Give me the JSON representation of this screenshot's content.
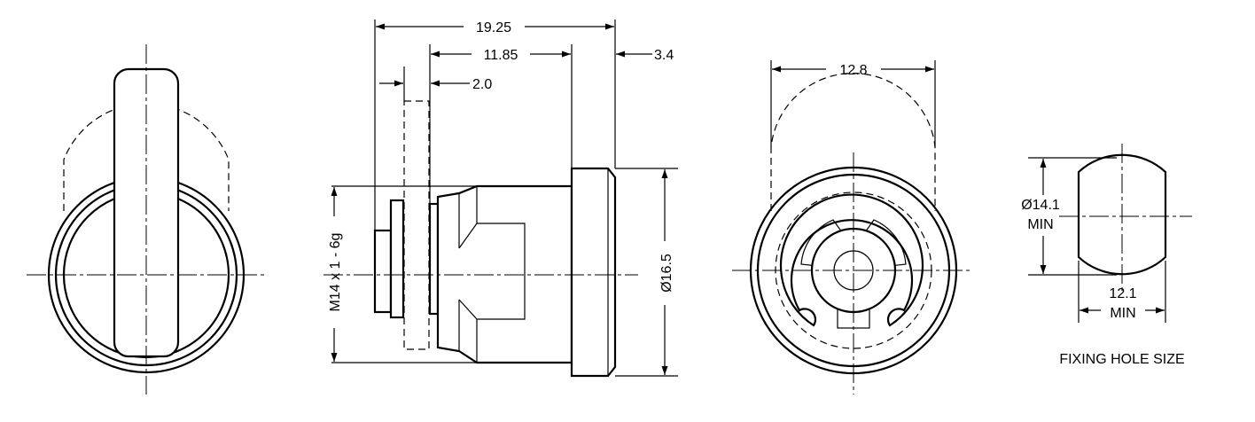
{
  "dimensions": {
    "overall_length": "19.25",
    "body_length": "11.85",
    "flange_thickness": "3.4",
    "cam_thickness": "2.0",
    "thread": "M14 x 1 - 6g",
    "flange_diameter": "Ø16.5",
    "handle_sweep": "12.8",
    "hole_diameter_value": "Ø14.1",
    "hole_diameter_min": "MIN",
    "hole_width_value": "12.1",
    "hole_width_min": "MIN"
  },
  "labels": {
    "fixing_hole_caption": "FIXING HOLE SIZE"
  }
}
